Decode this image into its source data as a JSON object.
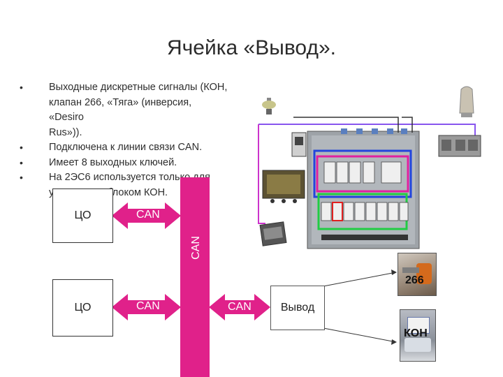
{
  "title": "Ячейка «Вывод».",
  "bullets": [
    {
      "lines": [
        "Выходные дискретные сигналы (КОН,",
        "клапан 266, «Тяга» (инверсия, «Desiro",
        "Rus»))."
      ]
    },
    {
      "lines": [
        "Подключена к линии связи CAN."
      ]
    },
    {
      "lines": [
        "Имеет 8 выходных ключей."
      ]
    },
    {
      "lines": [
        "На 2ЭС6 используется только для",
        "управления блоком КОН."
      ]
    }
  ],
  "diagram": {
    "co_top": "ЦО",
    "co_bottom": "ЦО",
    "can_top": "CAN",
    "can_bottom_left": "CAN",
    "can_bottom_right": "CAN",
    "can_bus": "CAN",
    "output_box": "Вывод",
    "photo_266": "266",
    "photo_kon": "КОН"
  },
  "colors": {
    "bus": "#e0218a",
    "arrow": "#e0218a",
    "cabinet": "#9ea3a8",
    "magenta_line": "#cc33cc",
    "blue_line": "#2244dd",
    "green_line": "#22cc44",
    "purple_line": "#8855ee"
  },
  "icons": [
    "antenna-icon",
    "gps-antenna-icon",
    "controller-module-icon",
    "connector-icon",
    "plug-icon",
    "valve-photo",
    "kon-photo"
  ]
}
